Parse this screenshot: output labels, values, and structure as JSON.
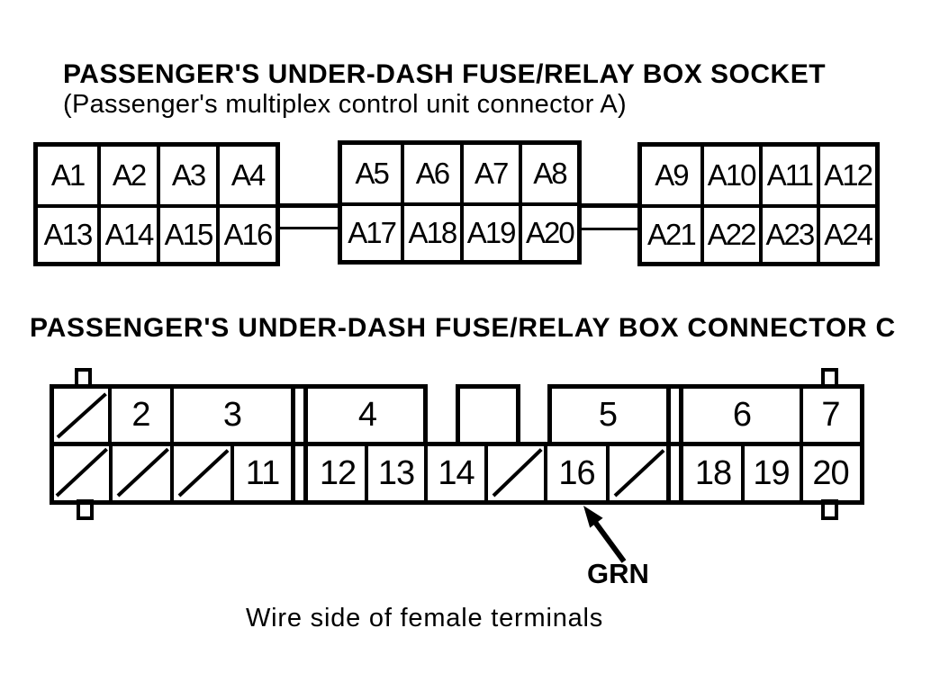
{
  "colors": {
    "ink": "#000000",
    "paper": "#ffffff"
  },
  "socket_a": {
    "title": "PASSENGER'S UNDER-DASH FUSE/RELAY BOX SOCKET",
    "subtitle": "(Passenger's multiplex control unit connector A)",
    "blocks": [
      {
        "top": [
          "A1",
          "A2",
          "A3",
          "A4"
        ],
        "bottom": [
          "A13",
          "A14",
          "A15",
          "A16"
        ]
      },
      {
        "top": [
          "A5",
          "A6",
          "A7",
          "A8"
        ],
        "bottom": [
          "A17",
          "A18",
          "A19",
          "A20"
        ]
      },
      {
        "top": [
          "A9",
          "A10",
          "A11",
          "A12"
        ],
        "bottom": [
          "A21",
          "A22",
          "A23",
          "A24"
        ]
      }
    ]
  },
  "connector_c": {
    "title": "PASSENGER'S UNDER-DASH FUSE/RELAY BOX CONNECTOR C",
    "numbered_top": [
      "2",
      "3",
      "4",
      "5",
      "6",
      "7"
    ],
    "numbered_bottom": [
      "11",
      "12",
      "13",
      "14",
      "16",
      "18",
      "19",
      "20"
    ],
    "wire_color_label": "GRN",
    "caption": "Wire side of female terminals"
  }
}
